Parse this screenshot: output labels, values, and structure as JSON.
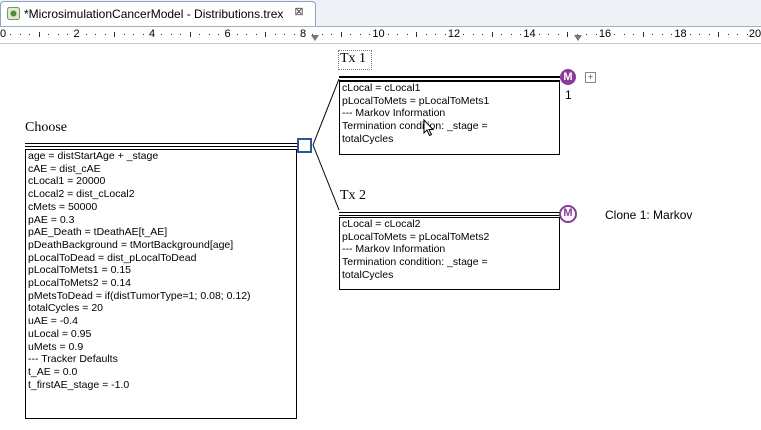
{
  "tab": {
    "title": "*MicrosimulationCancerModel - Distributions.trex",
    "close_glyph": "⊠"
  },
  "ruler": {
    "numbers": [
      "0",
      "2",
      "4",
      "6",
      "8",
      "10",
      "12",
      "14",
      "16",
      "18",
      "20"
    ]
  },
  "tree": {
    "choose": {
      "label": "Choose",
      "lines": [
        "age = distStartAge + _stage",
        "cAE = dist_cAE",
        "cLocal1 = 20000",
        "cLocal2 = dist_cLocal2",
        "cMets = 50000",
        "pAE = 0.3",
        "pAE_Death = tDeathAE[t_AE]",
        "pDeathBackground = tMortBackground[age]",
        "pLocalToDead = dist_pLocalToDead",
        "pLocalToMets1 = 0.15",
        "pLocalToMets2 = 0.14",
        "pMetsToDead = if(distTumorType=1; 0.08; 0.12)",
        "totalCycles = 20",
        "uAE = -0.4",
        "uLocal = 0.95",
        "uMets = 0.9",
        "--- Tracker Defaults",
        "t_AE = 0.0",
        "t_firstAE_stage = -1.0"
      ]
    },
    "tx1": {
      "label": "Tx 1",
      "badge": "M",
      "count": "1",
      "expand_glyph": "+",
      "lines": [
        "cLocal = cLocal1",
        "pLocalToMets = pLocalToMets1",
        "--- Markov Information",
        "Termination condition: _stage =",
        "totalCycles"
      ]
    },
    "tx2": {
      "label": "Tx 2",
      "badge": "M",
      "clone_label": "Clone 1: Markov",
      "lines": [
        "cLocal = cLocal2",
        "pLocalToMets = pLocalToMets2",
        "--- Markov Information",
        "Termination condition: _stage =",
        "totalCycles"
      ]
    }
  },
  "colors": {
    "markov_badge": "#8a3a9a",
    "decision_node": "#2b5797"
  }
}
